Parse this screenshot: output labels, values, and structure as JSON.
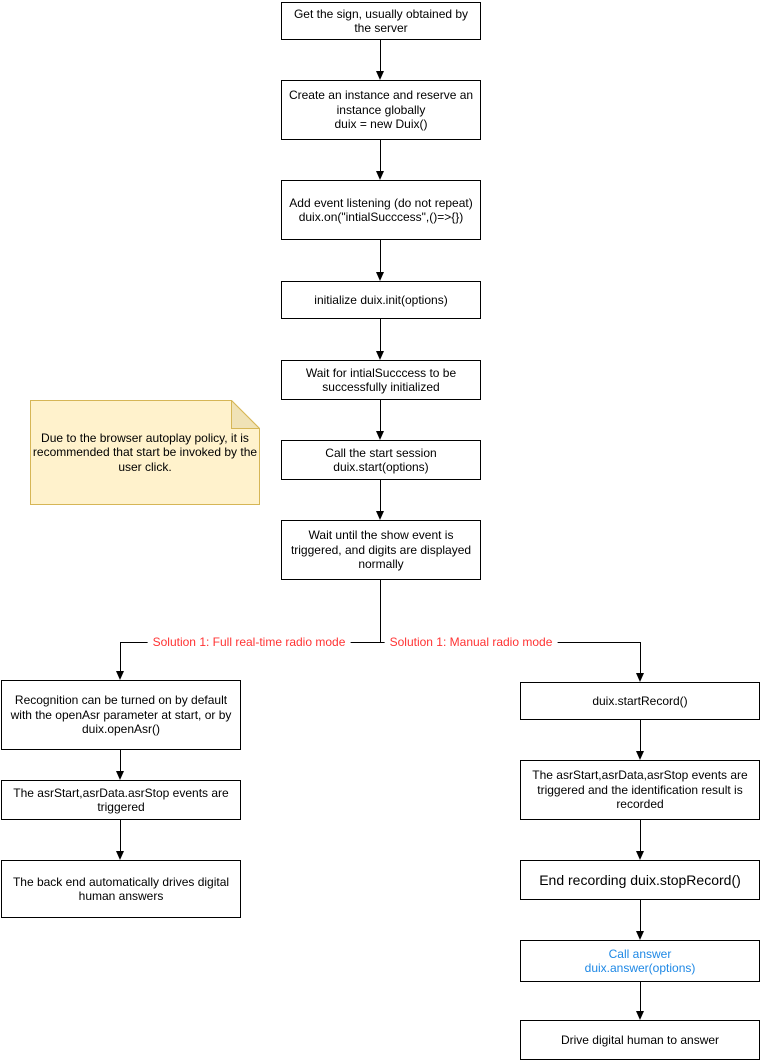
{
  "colors": {
    "box_border": "#000000",
    "box_fill": "#ffffff",
    "text": "#000000",
    "branch_label_text": "#ff3333",
    "call_answer_text": "#1e88e5",
    "note_fill": "#fff2cc",
    "note_border": "#d6b656",
    "note_fold": "#f0e2b6",
    "connector": "#000000",
    "background": "#ffffff"
  },
  "nodes": {
    "n1": {
      "label": "Get the sign, usually obtained by the server"
    },
    "n2": {
      "label": "Create an instance and reserve an instance globally\nduix = new Duix()"
    },
    "n3": {
      "label": "Add event listening (do not repeat)\nduix.on(\"intialSucccess\",()=>{})"
    },
    "n4": {
      "label": "initialize duix.init(options)"
    },
    "n5": {
      "label": "Wait for intialSucccess to be successfully initialized"
    },
    "n6": {
      "label": "Call the start session\nduix.start(options)"
    },
    "n7": {
      "label": "Wait until the show event is triggered, and digits are displayed normally"
    },
    "l1": {
      "label": "Recognition can be turned on by default with the openAsr parameter at start, or by duix.openAsr()"
    },
    "l2": {
      "label": "The asrStart,asrData.asrStop events are triggered"
    },
    "l3": {
      "label": "The back end automatically drives digital human answers"
    },
    "r1": {
      "label": "duix.startRecord()"
    },
    "r2": {
      "label": "The asrStart,asrData,asrStop events are triggered and the identification result is recorded"
    },
    "r3": {
      "label": "End recording duix.stopRecord()"
    },
    "r4": {
      "label": "Call answer\nduix.answer(options)"
    },
    "r5": {
      "label": "Drive digital human to answer"
    }
  },
  "branch": {
    "left_label": "Solution 1: Full real-time radio mode",
    "right_label": "Solution 1: Manual radio mode"
  },
  "note": {
    "text": "Due to the browser autoplay policy, it is recommended that start be invoked by the user click."
  }
}
